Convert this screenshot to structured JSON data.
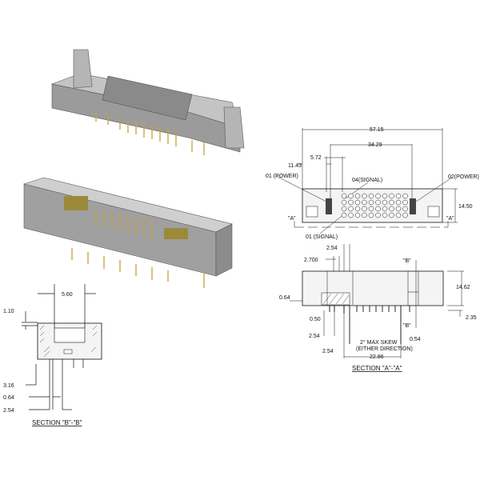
{
  "top_view": {
    "dims": {
      "overall": "57.15",
      "signal_span": "34.29",
      "pitch_a": "5.72",
      "pitch_b": "11.43",
      "height": "14.50"
    },
    "callouts": {
      "power_left": "01 (POWER)",
      "signal_top": "04(SIGNAL)",
      "power_right": "02(POWER)",
      "signal_bottom": "01 (SIGNAL)"
    },
    "section_marks": {
      "left": "\"A\"",
      "right": "\"A\""
    }
  },
  "section_a": {
    "dims": {
      "top_pitch": "2.54",
      "offset": "2.700",
      "height": "14.62",
      "left_tab": "0.64",
      "standoff": "2.35",
      "pin_width": "0.50",
      "pitch_1": "2.54",
      "pin_right": "0.54",
      "pitch_2": "2.54",
      "span": "22.86"
    },
    "skew_note": "2° MAX SKEW",
    "skew_note_2": "(EITHER DIRECTION)",
    "section_marks": {
      "top": "\"B\"",
      "bottom": "\"B\""
    },
    "title": "SECTION \"A\"-\"A\""
  },
  "section_b": {
    "dims": {
      "width": "5.60",
      "top": "1.10",
      "depth": "3.16",
      "pin": "0.64",
      "pitch": "2.54"
    },
    "title": "SECTION \"B\"-\"B\""
  },
  "colors": {
    "housing": "#a9a9a9",
    "pins": "#c8a23a"
  }
}
